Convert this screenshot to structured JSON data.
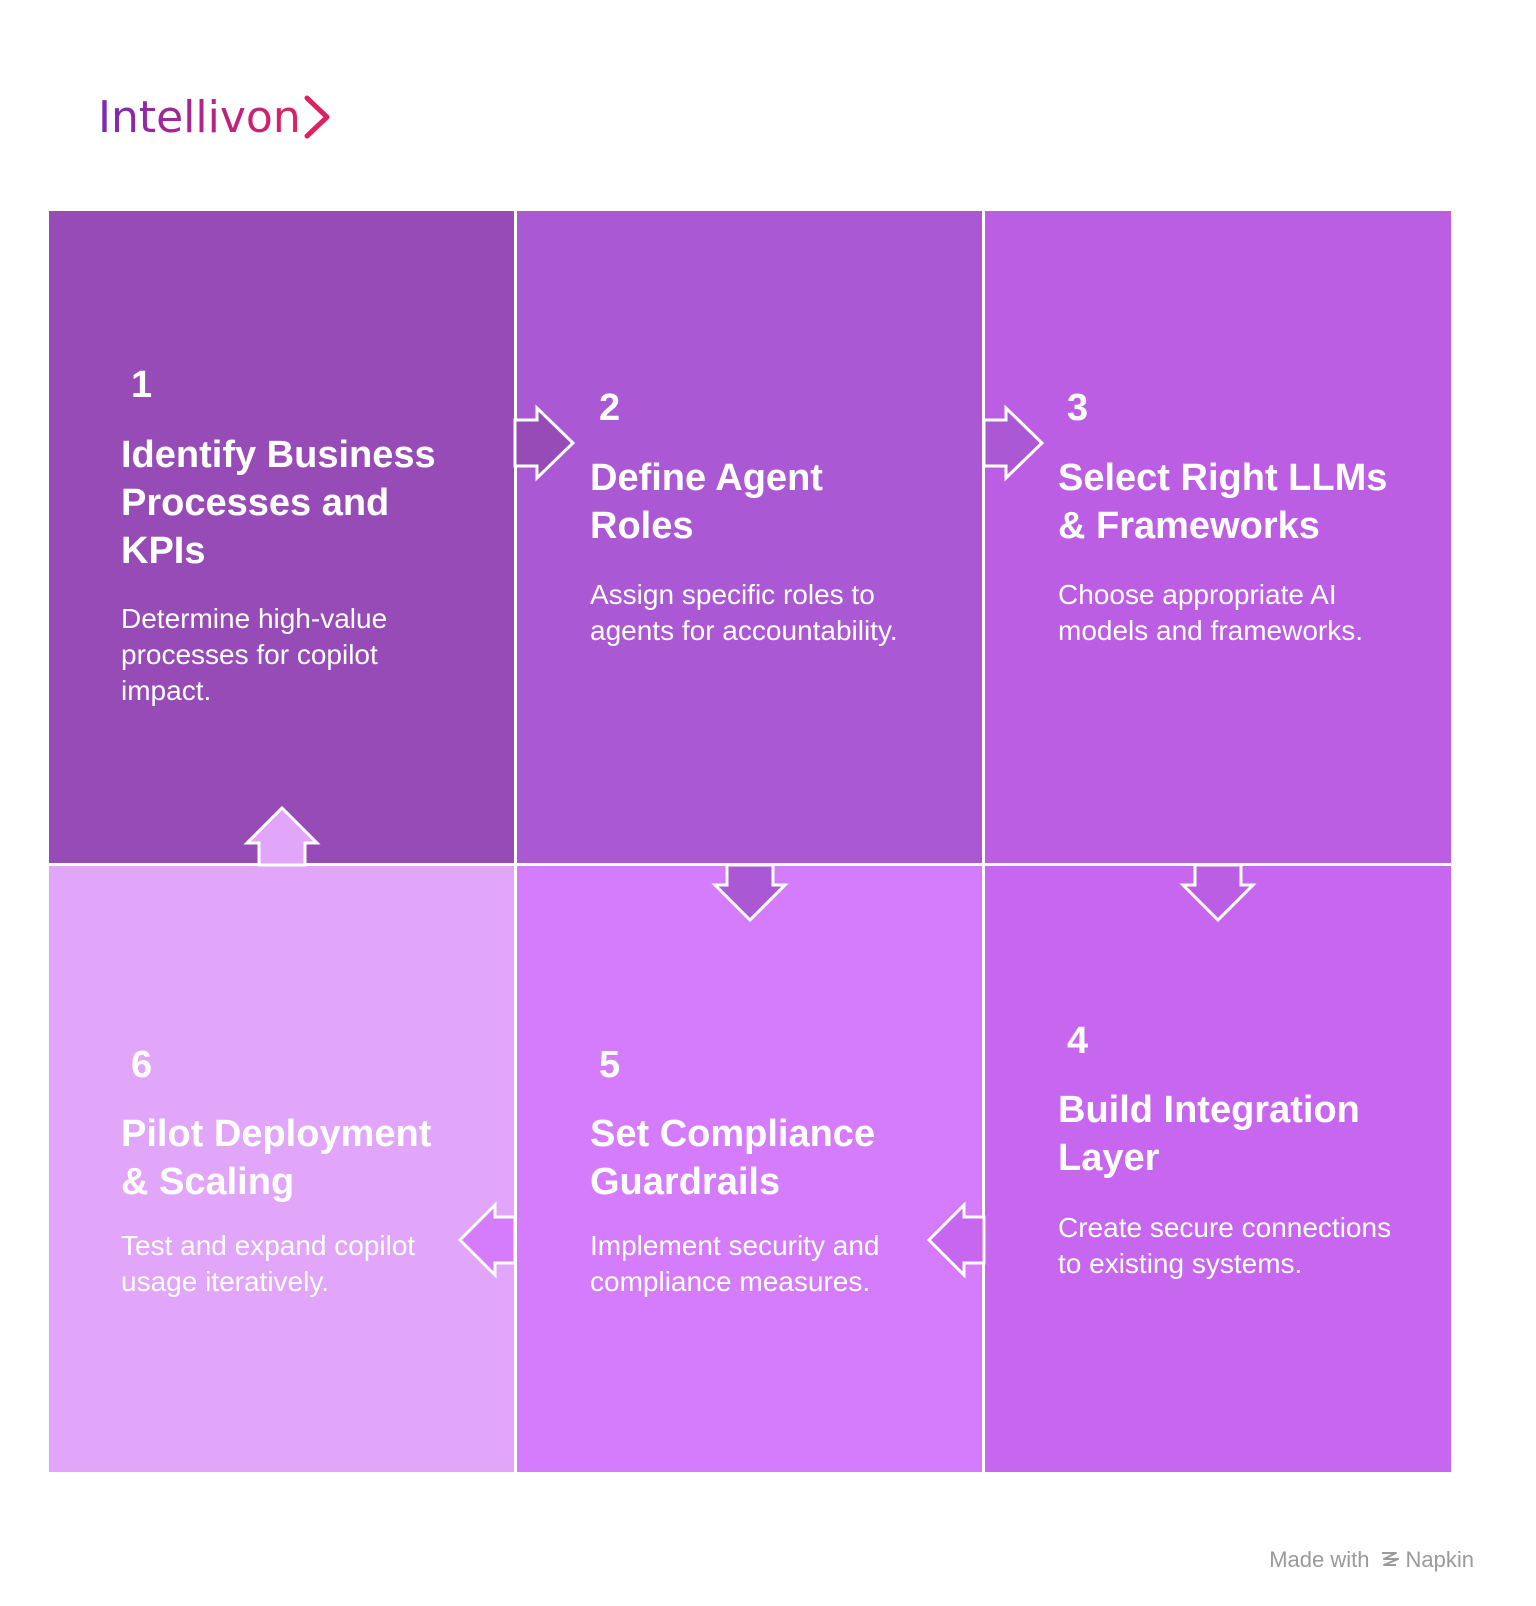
{
  "brand": {
    "name": "Intellivon",
    "gradient_start": "#7a2bb8",
    "gradient_end": "#e0215f"
  },
  "steps": [
    {
      "number": "1",
      "title": "Identify Business Processes and KPIs",
      "description": "Determine high-value processes for copilot impact.",
      "color": "#964bb7"
    },
    {
      "number": "2",
      "title": "Define Agent Roles",
      "description": "Assign specific roles to agents for accountability.",
      "color": "#ab58d5"
    },
    {
      "number": "3",
      "title": "Select Right LLMs & Frameworks",
      "description": "Choose appropriate AI models and frameworks.",
      "color": "#bb5ee3"
    },
    {
      "number": "4",
      "title": "Build Integration Layer",
      "description": "Create secure connections to existing systems.",
      "color": "#c766ee"
    },
    {
      "number": "5",
      "title": "Set Compliance Guardrails",
      "description": "Implement security and compliance measures.",
      "color": "#d47cfb"
    },
    {
      "number": "6",
      "title": "Pilot Deployment & Scaling",
      "description": "Test and expand copilot usage iteratively.",
      "color": "#e1a5fa"
    }
  ],
  "footer": {
    "made_with": "Made with",
    "tool": "Napkin"
  },
  "icons": {
    "logo_chevron": "chevron-right-icon",
    "napkin": "napkin-logo-icon",
    "flow_arrows": "arrow-icon"
  }
}
